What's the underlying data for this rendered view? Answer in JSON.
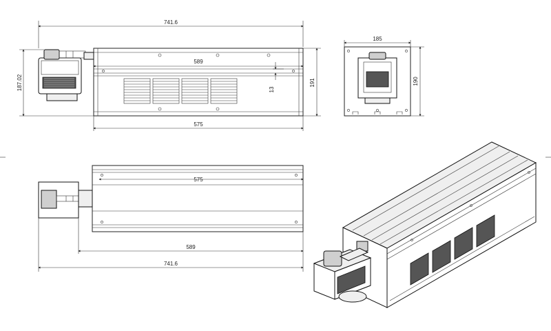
{
  "dimensions": {
    "top_view_total_length": "741.6",
    "top_view_body_length": "589",
    "top_view_base_length": "575",
    "top_view_head_height": "187.02",
    "top_view_body_height": "191",
    "top_view_rib_spacing": "13",
    "end_view_width": "185",
    "end_view_height": "190",
    "bottom_view_inner_length": "575",
    "bottom_view_body_length": "589",
    "bottom_view_total_length": "741.6"
  }
}
